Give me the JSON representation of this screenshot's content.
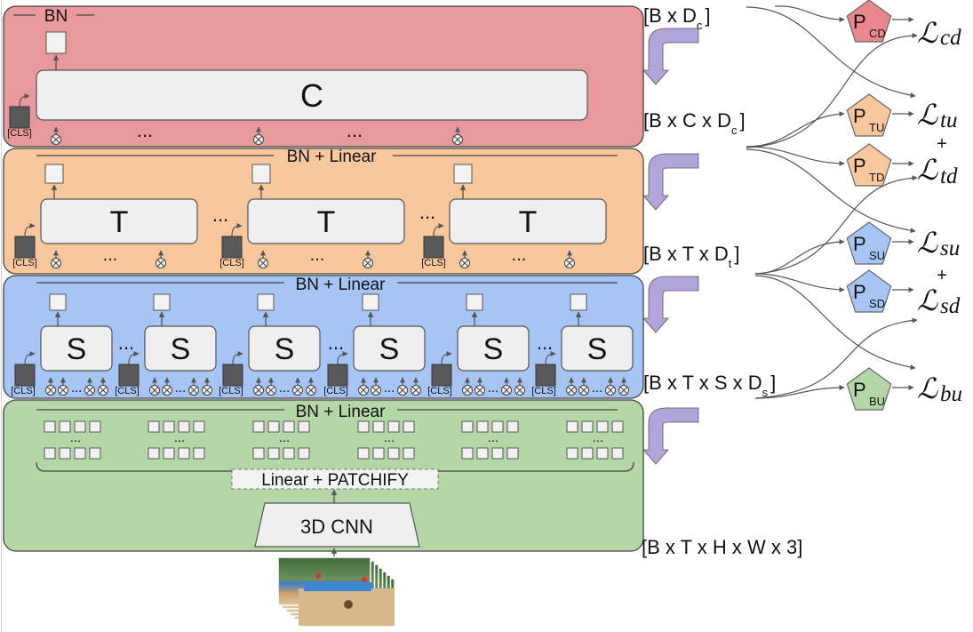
{
  "colors": {
    "clip": "#e8999b",
    "tube": "#f8c79c",
    "snippet": "#a6c4f4",
    "patch": "#b5d7a8",
    "pentagon_cd": "#e8878d",
    "pentagon_tu": "#f8c79c",
    "pentagon_su": "#a6c4f4",
    "pentagon_bu": "#b5d7a8",
    "arrow": "#b3a4dc",
    "cls": "#595959"
  },
  "labels": {
    "bn_top": "BN",
    "bn_linear": "BN + Linear",
    "linear_patchify": "Linear + PATCHIFY",
    "cnn": "3D CNN",
    "cls": "[CLS]",
    "dots": "...",
    "plus": "+"
  },
  "blocks": {
    "clip": "C",
    "tube": "T",
    "snippet": "S"
  },
  "shapes": {
    "bdc": {
      "main": "[B x D",
      "sub": "c",
      "tail": "]"
    },
    "bcdc": {
      "main": "[B x C x D",
      "sub": "c",
      "tail": "]"
    },
    "btdt": {
      "main": "[B x T x D",
      "sub": "t",
      "tail": "]"
    },
    "btsds": {
      "main": "[B x T x S x D",
      "sub": "s",
      "tail": "]"
    },
    "input": "[B x T x H x W x 3]"
  },
  "projectors": {
    "cd": {
      "p": "P",
      "sub": "CD"
    },
    "tu": {
      "p": "P",
      "sub": "TU"
    },
    "td": {
      "p": "P",
      "sub": "TD"
    },
    "su": {
      "p": "P",
      "sub": "SU"
    },
    "sd": {
      "p": "P",
      "sub": "SD"
    },
    "bu": {
      "p": "P",
      "sub": "BU"
    }
  },
  "losses": {
    "cd": {
      "l": "ℒ",
      "sub": "cd"
    },
    "tu": {
      "l": "ℒ",
      "sub": "tu"
    },
    "td": {
      "l": "ℒ",
      "sub": "td"
    },
    "su": {
      "l": "ℒ",
      "sub": "su"
    },
    "sd": {
      "l": "ℒ",
      "sub": "sd"
    },
    "bu": {
      "l": "ℒ",
      "sub": "bu"
    }
  }
}
